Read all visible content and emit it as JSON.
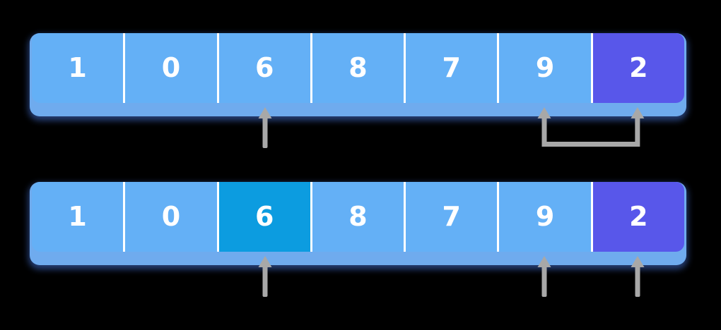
{
  "diagram": {
    "title": "array-swap-visualization",
    "colors": {
      "background": "#000000",
      "cell_default": "#64b0f6",
      "cell_highlight": "#0c9ce0",
      "cell_pivot": "#5857ea",
      "tray": "#6fabee",
      "divider": "#ffffff",
      "arrow": "#a8a8a8",
      "text": "#ffffff"
    },
    "rows": [
      {
        "name": "array-top",
        "cells": [
          {
            "value": "1",
            "state": "default"
          },
          {
            "value": "0",
            "state": "default"
          },
          {
            "value": "6",
            "state": "default"
          },
          {
            "value": "8",
            "state": "default"
          },
          {
            "value": "7",
            "state": "default"
          },
          {
            "value": "9",
            "state": "default"
          },
          {
            "value": "2",
            "state": "pivot"
          }
        ],
        "pointers": [
          {
            "type": "arrow",
            "cell_index": 2
          },
          {
            "type": "swap-bracket",
            "from_index": 5,
            "to_index": 6
          }
        ]
      },
      {
        "name": "array-bottom",
        "cells": [
          {
            "value": "1",
            "state": "default"
          },
          {
            "value": "0",
            "state": "default"
          },
          {
            "value": "6",
            "state": "highlight"
          },
          {
            "value": "8",
            "state": "default"
          },
          {
            "value": "7",
            "state": "default"
          },
          {
            "value": "9",
            "state": "default"
          },
          {
            "value": "2",
            "state": "pivot"
          }
        ],
        "pointers": [
          {
            "type": "arrow",
            "cell_index": 2
          },
          {
            "type": "arrow",
            "cell_index": 5
          },
          {
            "type": "arrow",
            "cell_index": 6
          }
        ]
      }
    ]
  }
}
